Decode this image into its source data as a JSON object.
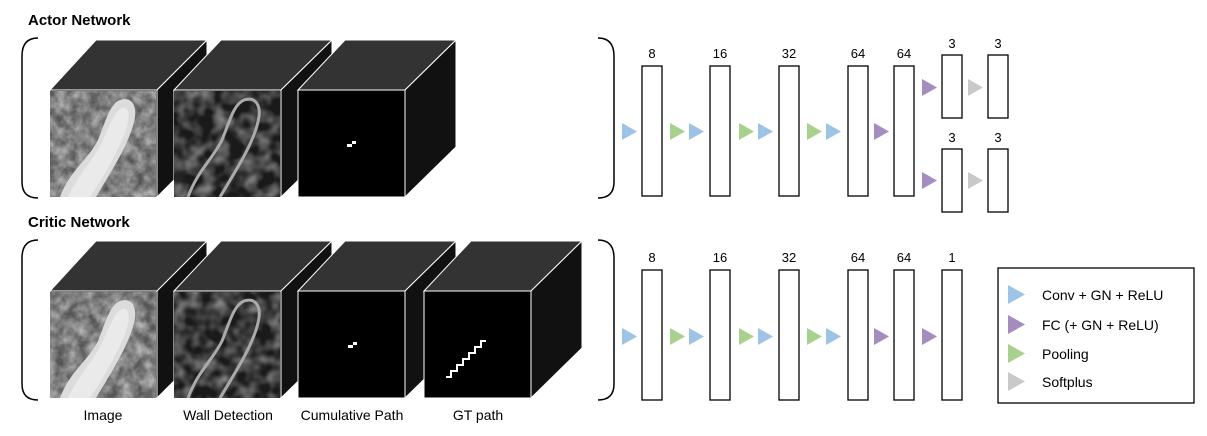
{
  "actor": {
    "title": "Actor Network",
    "input_cubes": [
      {
        "content": "image"
      },
      {
        "content": "wall-detection"
      },
      {
        "content": "cumulative-path"
      }
    ],
    "layer_sizes": [
      "8",
      "16",
      "32",
      "64",
      "64"
    ],
    "head_top": {
      "sizes": [
        "3",
        "3"
      ]
    },
    "head_bottom": {
      "sizes": [
        "3",
        "3"
      ]
    }
  },
  "critic": {
    "title": "Critic Network",
    "input_cubes": [
      {
        "content": "image"
      },
      {
        "content": "wall-detection"
      },
      {
        "content": "cumulative-path"
      },
      {
        "content": "gt-path"
      }
    ],
    "layer_sizes": [
      "8",
      "16",
      "32",
      "64",
      "64",
      "1"
    ]
  },
  "input_labels": [
    "Image",
    "Wall Detection",
    "Cumulative Path",
    "GT path"
  ],
  "legend": {
    "items": [
      {
        "label": "Conv + GN + ReLU",
        "color": "#9dc3e6"
      },
      {
        "label": "FC (+ GN + ReLU)",
        "color": "#a48cbe"
      },
      {
        "label": "Pooling",
        "color": "#a9d18e"
      },
      {
        "label": "Softplus",
        "color": "#c9c9c9"
      }
    ]
  },
  "colors": {
    "conv": "#9dc3e6",
    "fc": "#a48cbe",
    "pool": "#a9d18e",
    "softplus": "#c9c9c9",
    "cube_face": "#000000",
    "cube_top": "#333333",
    "cube_side": "#111111"
  }
}
